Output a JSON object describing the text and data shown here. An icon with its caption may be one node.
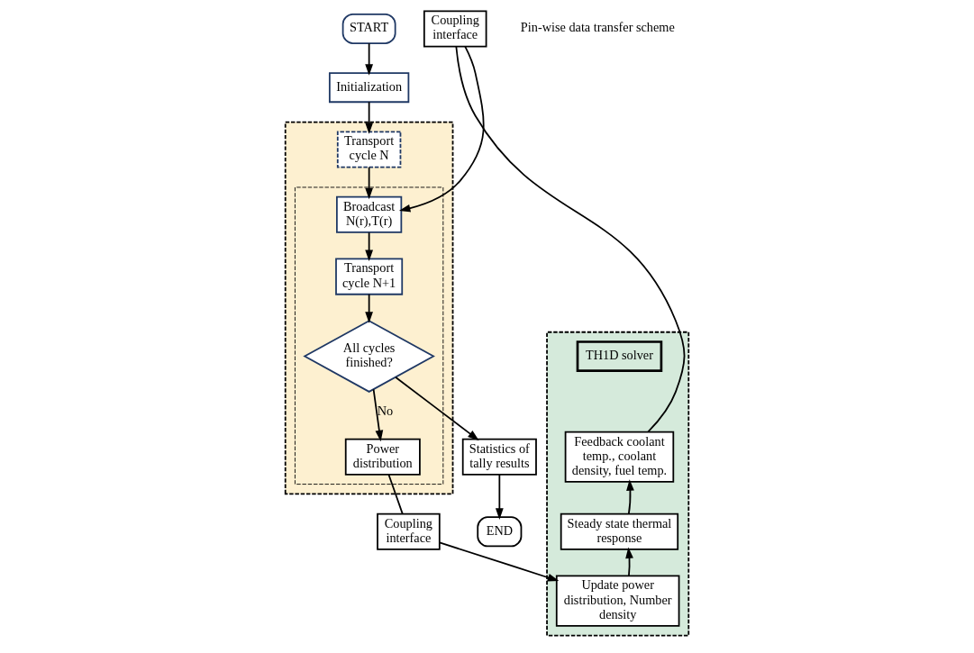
{
  "diagram": {
    "nodes": [
      {
        "text": [
          "START"
        ]
      },
      {
        "text": [
          "Initialization"
        ]
      },
      {
        "text": [],
        "shape": "box"
      },
      {
        "text": [
          "Transport cycle N"
        ],
        "in": 2
      },
      {
        "text": [],
        "shape": "box",
        "in": 2
      },
      {
        "text": [
          "Broadcast",
          "N(r),T(r)"
        ],
        "in": 4
      },
      {
        "text": [
          "Transport cycle N+1"
        ],
        "in": 4
      },
      {
        "text": [
          "All cycles finished?"
        ],
        "in": 4
      },
      {
        "text": [
          "Power distribution"
        ],
        "in": 4
      },
      {
        "text": [
          "Statistics of tally results"
        ]
      },
      {
        "text": [
          "END"
        ]
      },
      {
        "text": [],
        "shape": "box"
      },
      {
        "text": [
          "TH1D solver"
        ],
        "in": 11
      },
      {
        "text": [
          "Feedback coolant temp., coolant density, fuel temp."
        ],
        "in": 11
      },
      {
        "text": [
          "Steady state thermal response"
        ],
        "in": 11
      },
      {
        "text": [
          "Update power distribution, Number density"
        ],
        "in": 11
      },
      {
        "text": [
          "Coupling interface"
        ]
      },
      {
        "text": [
          "Coupling interface"
        ]
      }
    ],
    "edges": [
      {
        "from": 0,
        "to": 1,
        "arrow": "to"
      },
      {
        "from": 1,
        "to": 3,
        "arrow": "to"
      },
      {
        "from": 3,
        "to": 5,
        "arrow": "to"
      },
      {
        "from": 5,
        "to": 6,
        "arrow": "to"
      },
      {
        "from": 6,
        "to": 7,
        "arrow": "to"
      },
      {
        "from": 7,
        "to": 9,
        "arrow": "to"
      },
      {
        "from": 9,
        "to": 10,
        "arrow": "to"
      },
      {
        "from": 7,
        "to": 8,
        "arrow": "to",
        "label": "No"
      },
      {
        "from": 8,
        "to": 17,
        "arrow": "none"
      },
      {
        "from": 17,
        "to": 15,
        "arrow": "to"
      },
      {
        "from": 15,
        "to": 14,
        "arrow": "to"
      },
      {
        "from": 14,
        "to": 13,
        "arrow": "to"
      },
      {
        "from": 13,
        "to": 16,
        "arrow": "none"
      },
      {
        "from": 16,
        "to": 5,
        "arrow": "to"
      }
    ],
    "labels": [
      "Pin-wise data transfer scheme"
    ]
  }
}
